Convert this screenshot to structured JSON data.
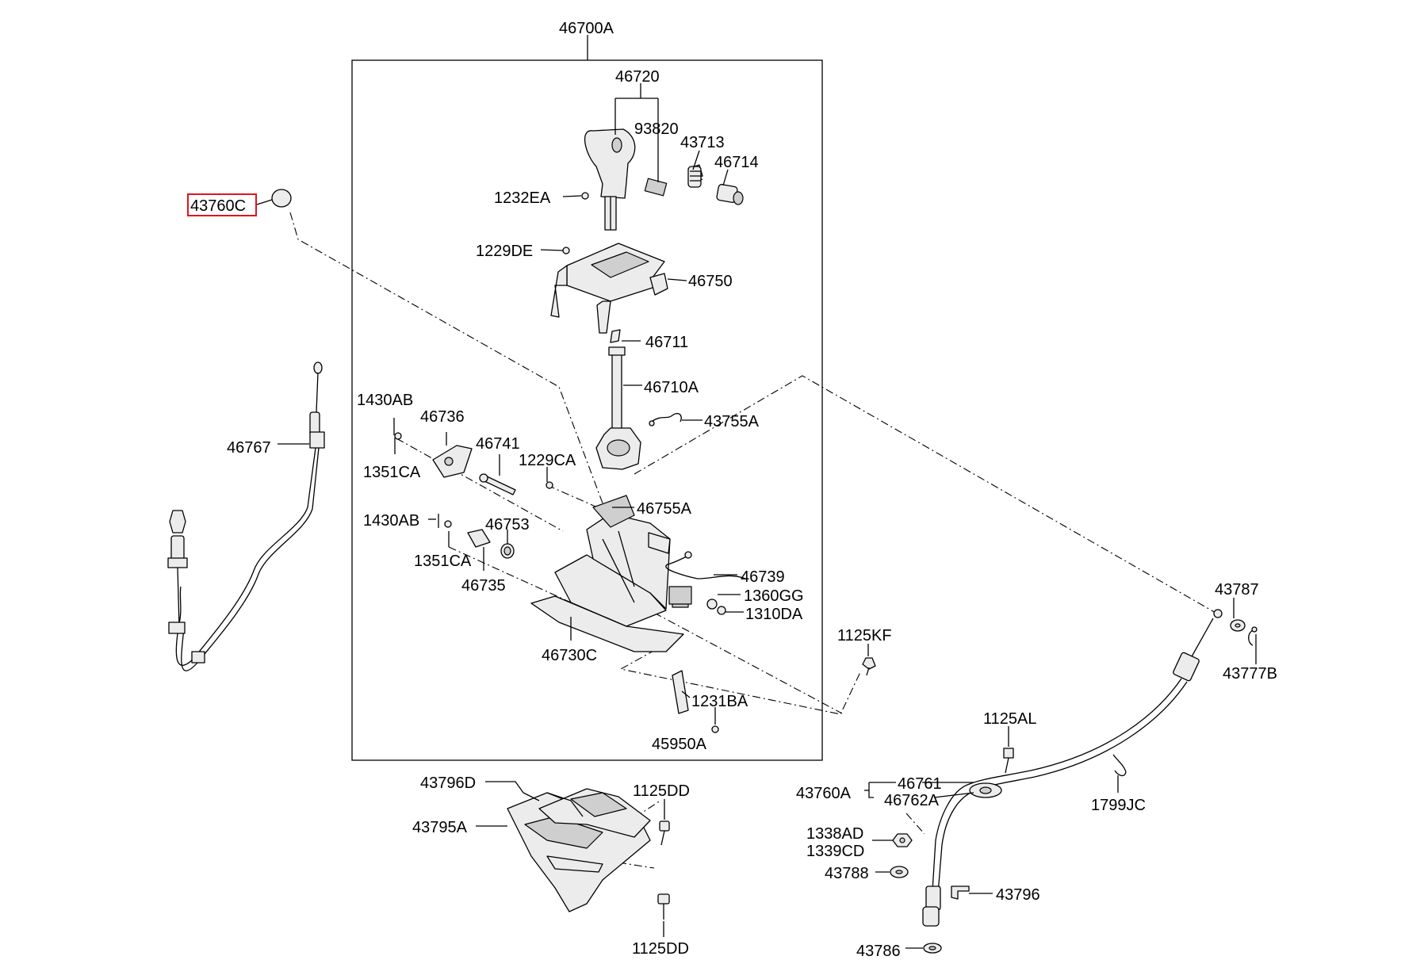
{
  "labels": {
    "p46700A": "46700A",
    "p46720": "46720",
    "p93820": "93820",
    "p43713": "43713",
    "p46714": "46714",
    "p1232EA": "1232EA",
    "p43760C": "43760C",
    "p1229DE": "1229DE",
    "p46750": "46750",
    "p46711": "46711",
    "p46710A": "46710A",
    "p43755A": "43755A",
    "p1430AB_a": "1430AB",
    "p46736": "46736",
    "p46767": "46767",
    "p46741": "46741",
    "p1351CA_a": "1351CA",
    "p1229CA": "1229CA",
    "p46755A": "46755A",
    "p1430AB_b": "1430AB",
    "p46753": "46753",
    "p1351CA_b": "1351CA",
    "p46735": "46735",
    "p46739": "46739",
    "p1360GG": "1360GG",
    "p1310DA": "1310DA",
    "p46730C": "46730C",
    "p1125KF": "1125KF",
    "p1231BA": "1231BA",
    "p45950A": "45950A",
    "p43787": "43787",
    "p43777B": "43777B",
    "p1125AL": "1125AL",
    "p43796D": "43796D",
    "p1125DD_a": "1125DD",
    "p43795A": "43795A",
    "p46761": "46761",
    "p43760A": "43760A",
    "p46762A": "46762A",
    "p1799JC": "1799JC",
    "p1338AD": "1338AD",
    "p1339CD": "1339CD",
    "p43788": "43788",
    "p43796": "43796",
    "p1125DD_b": "1125DD",
    "p43786": "43786"
  },
  "highlighted_part": "43760C",
  "colors": {
    "highlight": "#e0141e",
    "line": "#000000",
    "part_fill": "#ececec"
  }
}
